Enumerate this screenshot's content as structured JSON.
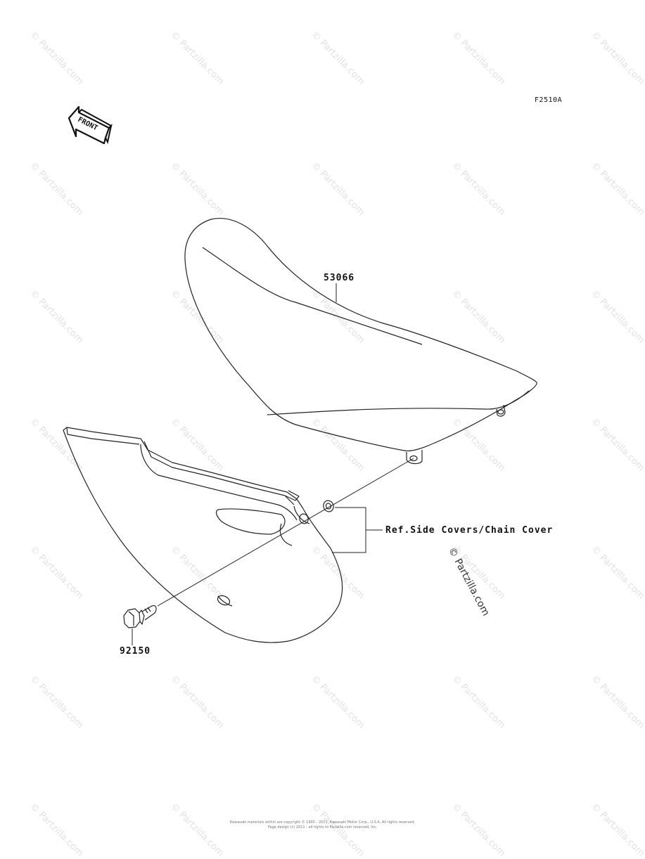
{
  "diagram": {
    "code": "F2510A",
    "front_arrow_text": "FRONT",
    "parts": {
      "seat": "53066",
      "bolt": "92150"
    },
    "reference_text": "Ref.Side Covers/Chain Cover",
    "brand_stamp": "© Partzilla.com",
    "watermark_text": "© Partzilla.com",
    "footer_line1": "Kawasaki materials within are copyright © 1995 - 2011, Kawasaki Motor Corp., U.S.A. All rights reserved.",
    "footer_line2": "Page design (c) 2011 - all rights to Partzilla.com reserved, Inc."
  }
}
